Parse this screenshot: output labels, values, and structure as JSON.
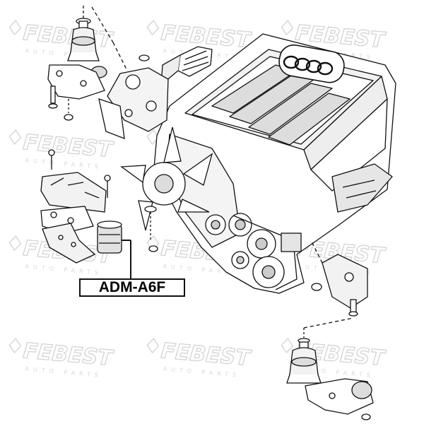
{
  "watermark": {
    "brand": "FEBEST",
    "tagline": "AUTO PARTS",
    "color": "#dcdcdc"
  },
  "part_label": "ADM-A6F",
  "line_color": "#111111",
  "icons": [
    "car-logo-icon"
  ]
}
